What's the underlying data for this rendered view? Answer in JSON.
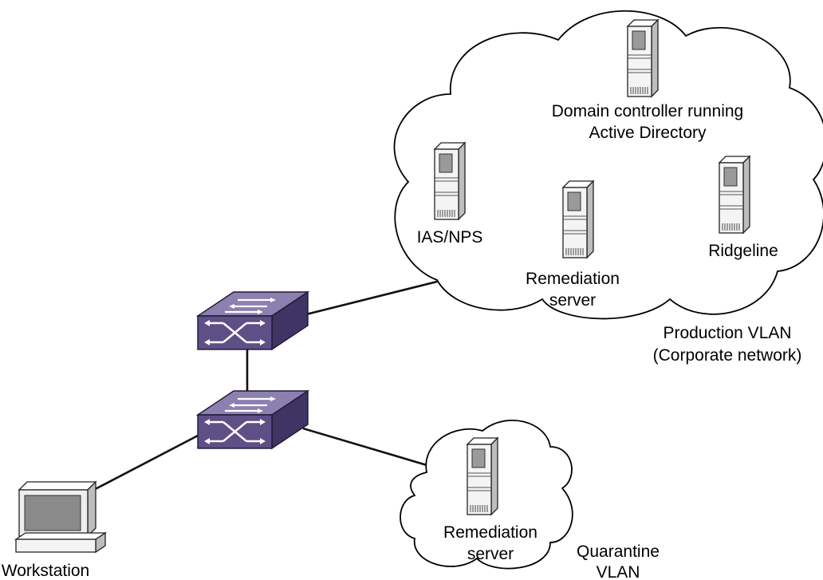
{
  "diagram": {
    "clouds": {
      "production": {
        "label_line1": "Production VLAN",
        "label_line2": "(Corporate network)"
      },
      "quarantine": {
        "label_line1": "Quarantine",
        "label_line2": "VLAN"
      }
    },
    "nodes": {
      "domain_controller": {
        "line1": "Domain controller running",
        "line2": "Active Directory",
        "icon": "server-tower-icon"
      },
      "ias_nps": {
        "line1": "IAS/NPS",
        "icon": "server-tower-icon"
      },
      "remediation_prod": {
        "line1": "Remediation",
        "line2": "server",
        "icon": "server-tower-icon"
      },
      "ridgeline": {
        "line1": "Ridgeline",
        "icon": "server-tower-icon"
      },
      "remediation_quarantine": {
        "line1": "Remediation",
        "line2": "server",
        "icon": "server-tower-icon"
      },
      "workstation": {
        "line1": "Workstation",
        "icon": "desktop-computer-icon"
      },
      "switch_upper": {
        "icon": "network-switch-icon"
      },
      "switch_lower": {
        "icon": "network-switch-icon"
      }
    },
    "colors": {
      "switch_top": "#8c80b0",
      "switch_front": "#5e4f87",
      "switch_side": "#3f3463",
      "server_body": "#f4f4f4",
      "monitor_screen": "#8a8a8a"
    }
  }
}
